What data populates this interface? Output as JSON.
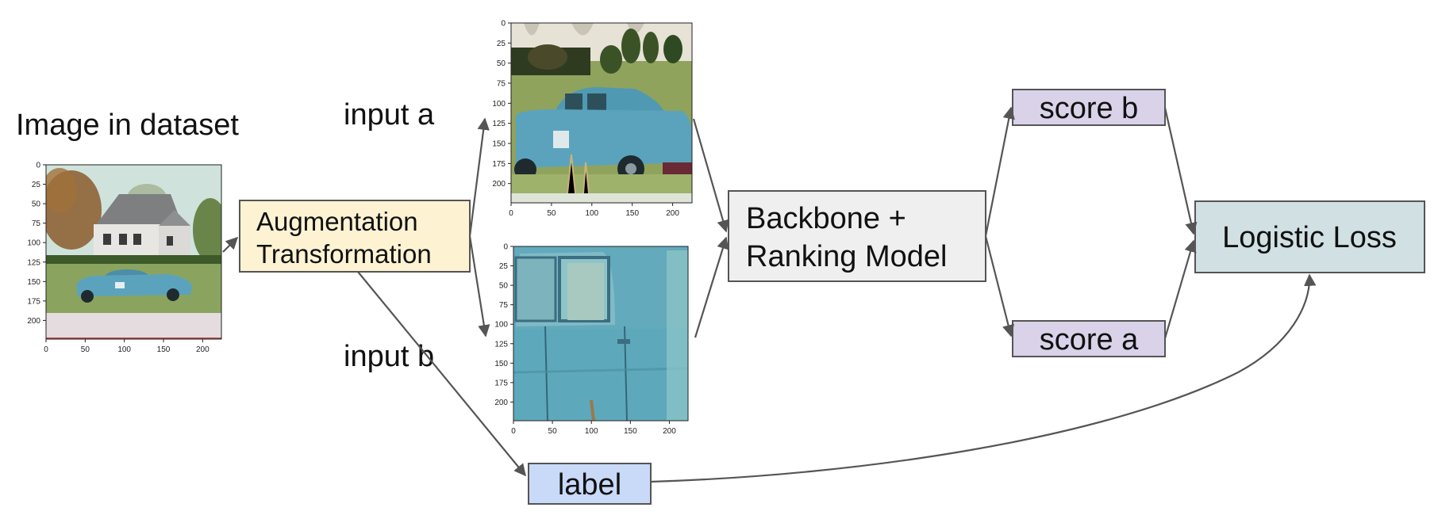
{
  "diagram": {
    "texts": {
      "image_in_dataset": "Image in dataset",
      "input_a": "input a",
      "input_b": "input b"
    },
    "nodes": {
      "augmentation": {
        "lines": [
          "Augmentation",
          "Transformation"
        ],
        "fill": "#fdf3d3"
      },
      "backbone": {
        "lines": [
          "Backbone +",
          "Ranking Model"
        ],
        "fill": "#efefef"
      },
      "score_b": {
        "label": "score b",
        "fill": "#d9d2e9"
      },
      "score_a": {
        "label": "score a",
        "fill": "#d9d2e9"
      },
      "logistic_loss": {
        "label": "Logistic Loss",
        "fill": "#d0e0e3"
      },
      "label": {
        "label": "label",
        "fill": "#c9daf8"
      }
    },
    "thumbnails": {
      "original": {
        "y_ticks": [
          "0",
          "25",
          "50",
          "75",
          "100",
          "125",
          "150",
          "175",
          "200"
        ],
        "x_ticks": [
          "0",
          "50",
          "100",
          "150",
          "200"
        ]
      },
      "input_a_image": {
        "y_ticks": [
          "0",
          "25",
          "50",
          "75",
          "100",
          "125",
          "150",
          "175",
          "200"
        ],
        "x_ticks": [
          "0",
          "50",
          "100",
          "150",
          "200"
        ]
      },
      "input_b_image": {
        "y_ticks": [
          "0",
          "25",
          "50",
          "75",
          "100",
          "125",
          "150",
          "175",
          "200"
        ],
        "x_ticks": [
          "0",
          "50",
          "100",
          "150",
          "200"
        ]
      }
    },
    "colors": {
      "arrow": "#555555",
      "sky": "#cfe3dc",
      "grass": "#8aa45f",
      "car": "#5ba3bd",
      "house": "#e8e6e3",
      "tree": "#8b5a2b",
      "hedge": "#3d5a2a"
    }
  }
}
